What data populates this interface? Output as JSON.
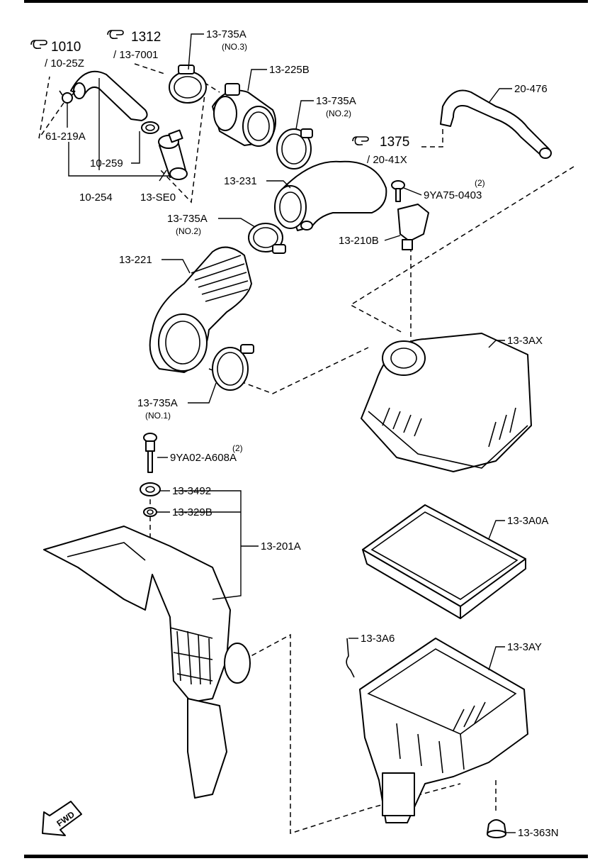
{
  "refs": [
    {
      "num": "1010",
      "sub": "/ 10-25Z"
    },
    {
      "num": "1312",
      "sub": "/ 13-7001"
    },
    {
      "num": "1375",
      "sub": "/ 20-41X"
    }
  ],
  "labels": {
    "l_13_735a_no3": "13-735A",
    "l_13_735a_no3_sub": "(NO.3)",
    "l_13_225b": "13-225B",
    "l_13_735a_no2a": "13-735A",
    "l_13_735a_no2a_sub": "(NO.2)",
    "l_20_476": "20-476",
    "l_61_219a": "61-219A",
    "l_10_259": "10-259",
    "l_10_254": "10-254",
    "l_13_se0": "13-SE0",
    "l_13_231": "13-231",
    "l_9ya75_qty": "(2)",
    "l_9ya75": "9YA75-0403",
    "l_13_735a_no2b": "13-735A",
    "l_13_735a_no2b_sub": "(NO.2)",
    "l_13_210b": "13-210B",
    "l_13_221": "13-221",
    "l_13_3ax": "13-3AX",
    "l_13_735a_no1": "13-735A",
    "l_13_735a_no1_sub": "(NO.1)",
    "l_9ya02_qty": "(2)",
    "l_9ya02": "9YA02-A608A",
    "l_13_3492": "13-3492",
    "l_13_329b": "13-329B",
    "l_13_201a": "13-201A",
    "l_13_3a0a": "13-3A0A",
    "l_13_3a6": "13-3A6",
    "l_13_3ay": "13-3AY",
    "l_13_363n": "13-363N",
    "fwd": "FWD"
  },
  "icons": {
    "reference": "pointing-hand-icon",
    "direction": "forward-arrow-icon"
  }
}
